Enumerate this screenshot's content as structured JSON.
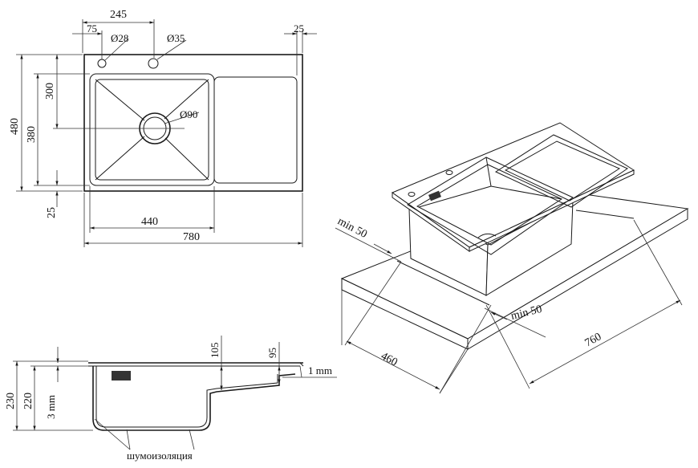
{
  "dimensions": {
    "top_view": {
      "d245": "245",
      "d75": "75",
      "d28": "Ø28",
      "d35": "Ø35",
      "d25_top": "25",
      "d480": "480",
      "d300": "300",
      "d380": "380",
      "d90": "Ø90",
      "d25_left": "25",
      "d440": "440",
      "d780": "780"
    },
    "iso_view": {
      "min50_left": "min 50",
      "min50_right": "min 50",
      "d460": "460",
      "d760": "760"
    },
    "side_view": {
      "d105": "105",
      "d95": "95",
      "d1mm": "1 mm",
      "d230": "230",
      "d220": "220",
      "d3mm": "3 mm",
      "noise_insulation": "шумоизоляция"
    }
  }
}
